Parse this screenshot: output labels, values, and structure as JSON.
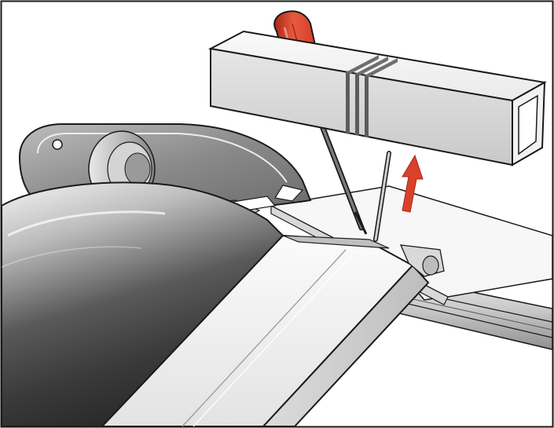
{
  "illustration": {
    "frame": {
      "present": true
    },
    "colors": {
      "background": "#ffffff",
      "outline": "#1a1a1a",
      "handle_red": "#d9412b",
      "handle_red_dark": "#a82816",
      "arrow_red": "#d9412b",
      "metal_light": "#f2f2f2",
      "metal_mid": "#cfcfcf",
      "metal_dark": "#5c5c5c",
      "roller_dark": "#3a3a3a",
      "tape_gray": "#6e6e6e"
    },
    "parts": [
      "end-cap-housing",
      "fabric-roller",
      "front-profile-bar",
      "side-rail",
      "cover-strip",
      "square-tube",
      "screwdriver",
      "lift-arrow"
    ],
    "icons": {
      "screwdriver": "screwdriver-icon",
      "direction": "up-arrow-icon"
    }
  }
}
